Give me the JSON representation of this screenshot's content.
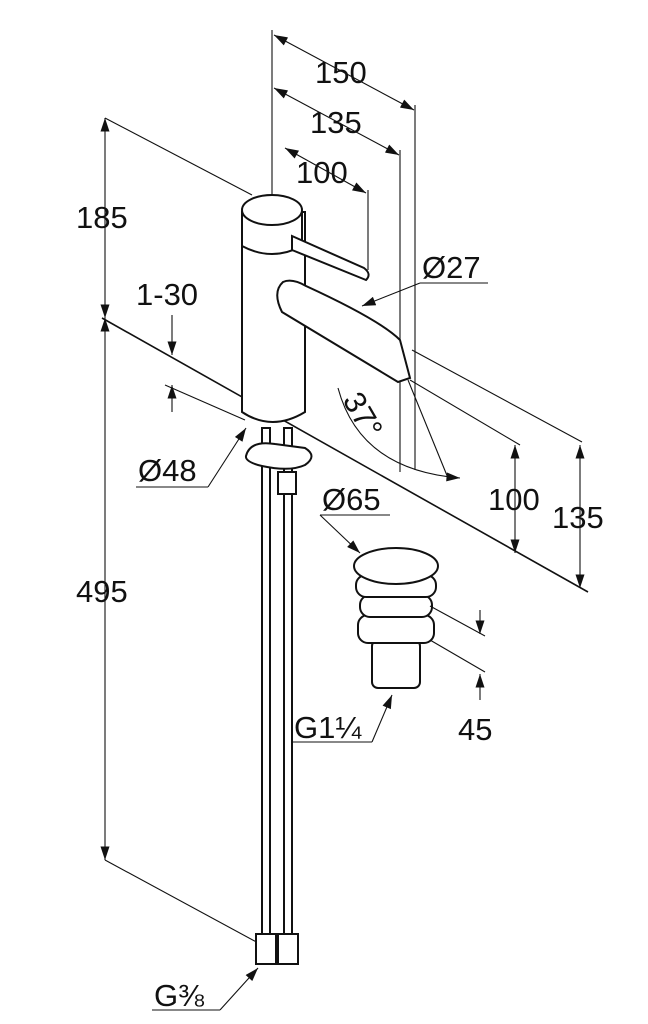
{
  "title": "Basin mixer dimension drawing",
  "dimensions": {
    "reach_150": "150",
    "reach_135": "135",
    "lever_100": "100",
    "height_185": "185",
    "counter_thickness": "1-30",
    "spout_diameter": "Ø27",
    "swivel_angle": "37°",
    "base_diameter": "Ø48",
    "waste_diameter": "Ø65",
    "right_100": "100",
    "right_135": "135",
    "hose_length_495": "495",
    "waste_thread": "G1¼",
    "waste_height_45": "45",
    "hose_thread": "G⅜"
  }
}
